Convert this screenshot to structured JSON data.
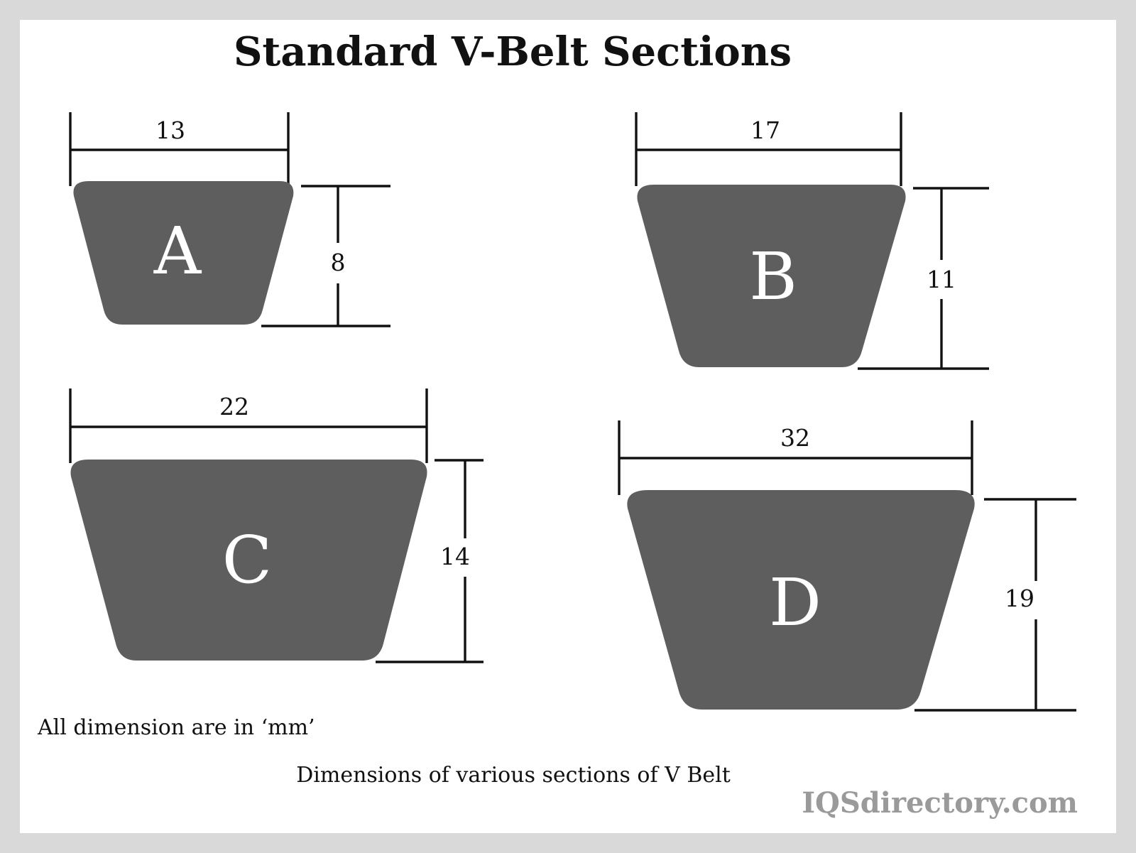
{
  "page": {
    "title": "Standard V-Belt Sections",
    "note": "All dimension are in ‘mm’",
    "caption": "Dimensions of various sections of V Belt",
    "watermark": "IQSdirectory.com",
    "unit": "mm"
  },
  "colors": {
    "frame": "#d9d9d9",
    "background": "#ffffff",
    "belt_fill": "#5e5e5e",
    "line": "#111111",
    "letter": "#ffffff",
    "watermark": "#9a9a9a"
  },
  "chart_data": {
    "type": "diagram",
    "title": "Standard V-Belt Sections",
    "subtitle": "Dimensions of various sections of V Belt",
    "units": "mm",
    "note": "All dimension are in ‘mm’",
    "categories": [
      "A",
      "B",
      "C",
      "D"
    ],
    "series": [
      {
        "name": "Top width",
        "values": [
          13,
          17,
          22,
          32
        ]
      },
      {
        "name": "Height",
        "values": [
          8,
          11,
          14,
          19
        ]
      }
    ],
    "sections": [
      {
        "label": "A",
        "top_width": 13,
        "height": 8,
        "width_text": "13",
        "height_text": "8"
      },
      {
        "label": "B",
        "top_width": 17,
        "height": 11,
        "width_text": "17",
        "height_text": "11"
      },
      {
        "label": "C",
        "top_width": 22,
        "height": 14,
        "width_text": "22",
        "height_text": "14"
      },
      {
        "label": "D",
        "top_width": 32,
        "height": 19,
        "width_text": "32",
        "height_text": "19"
      }
    ]
  },
  "sections": {
    "a": {
      "label": "A",
      "width_value": "13",
      "height_value": "8"
    },
    "b": {
      "label": "B",
      "width_value": "17",
      "height_value": "11"
    },
    "c": {
      "label": "C",
      "width_value": "22",
      "height_value": "14"
    },
    "d": {
      "label": "D",
      "width_value": "32",
      "height_value": "19"
    }
  }
}
